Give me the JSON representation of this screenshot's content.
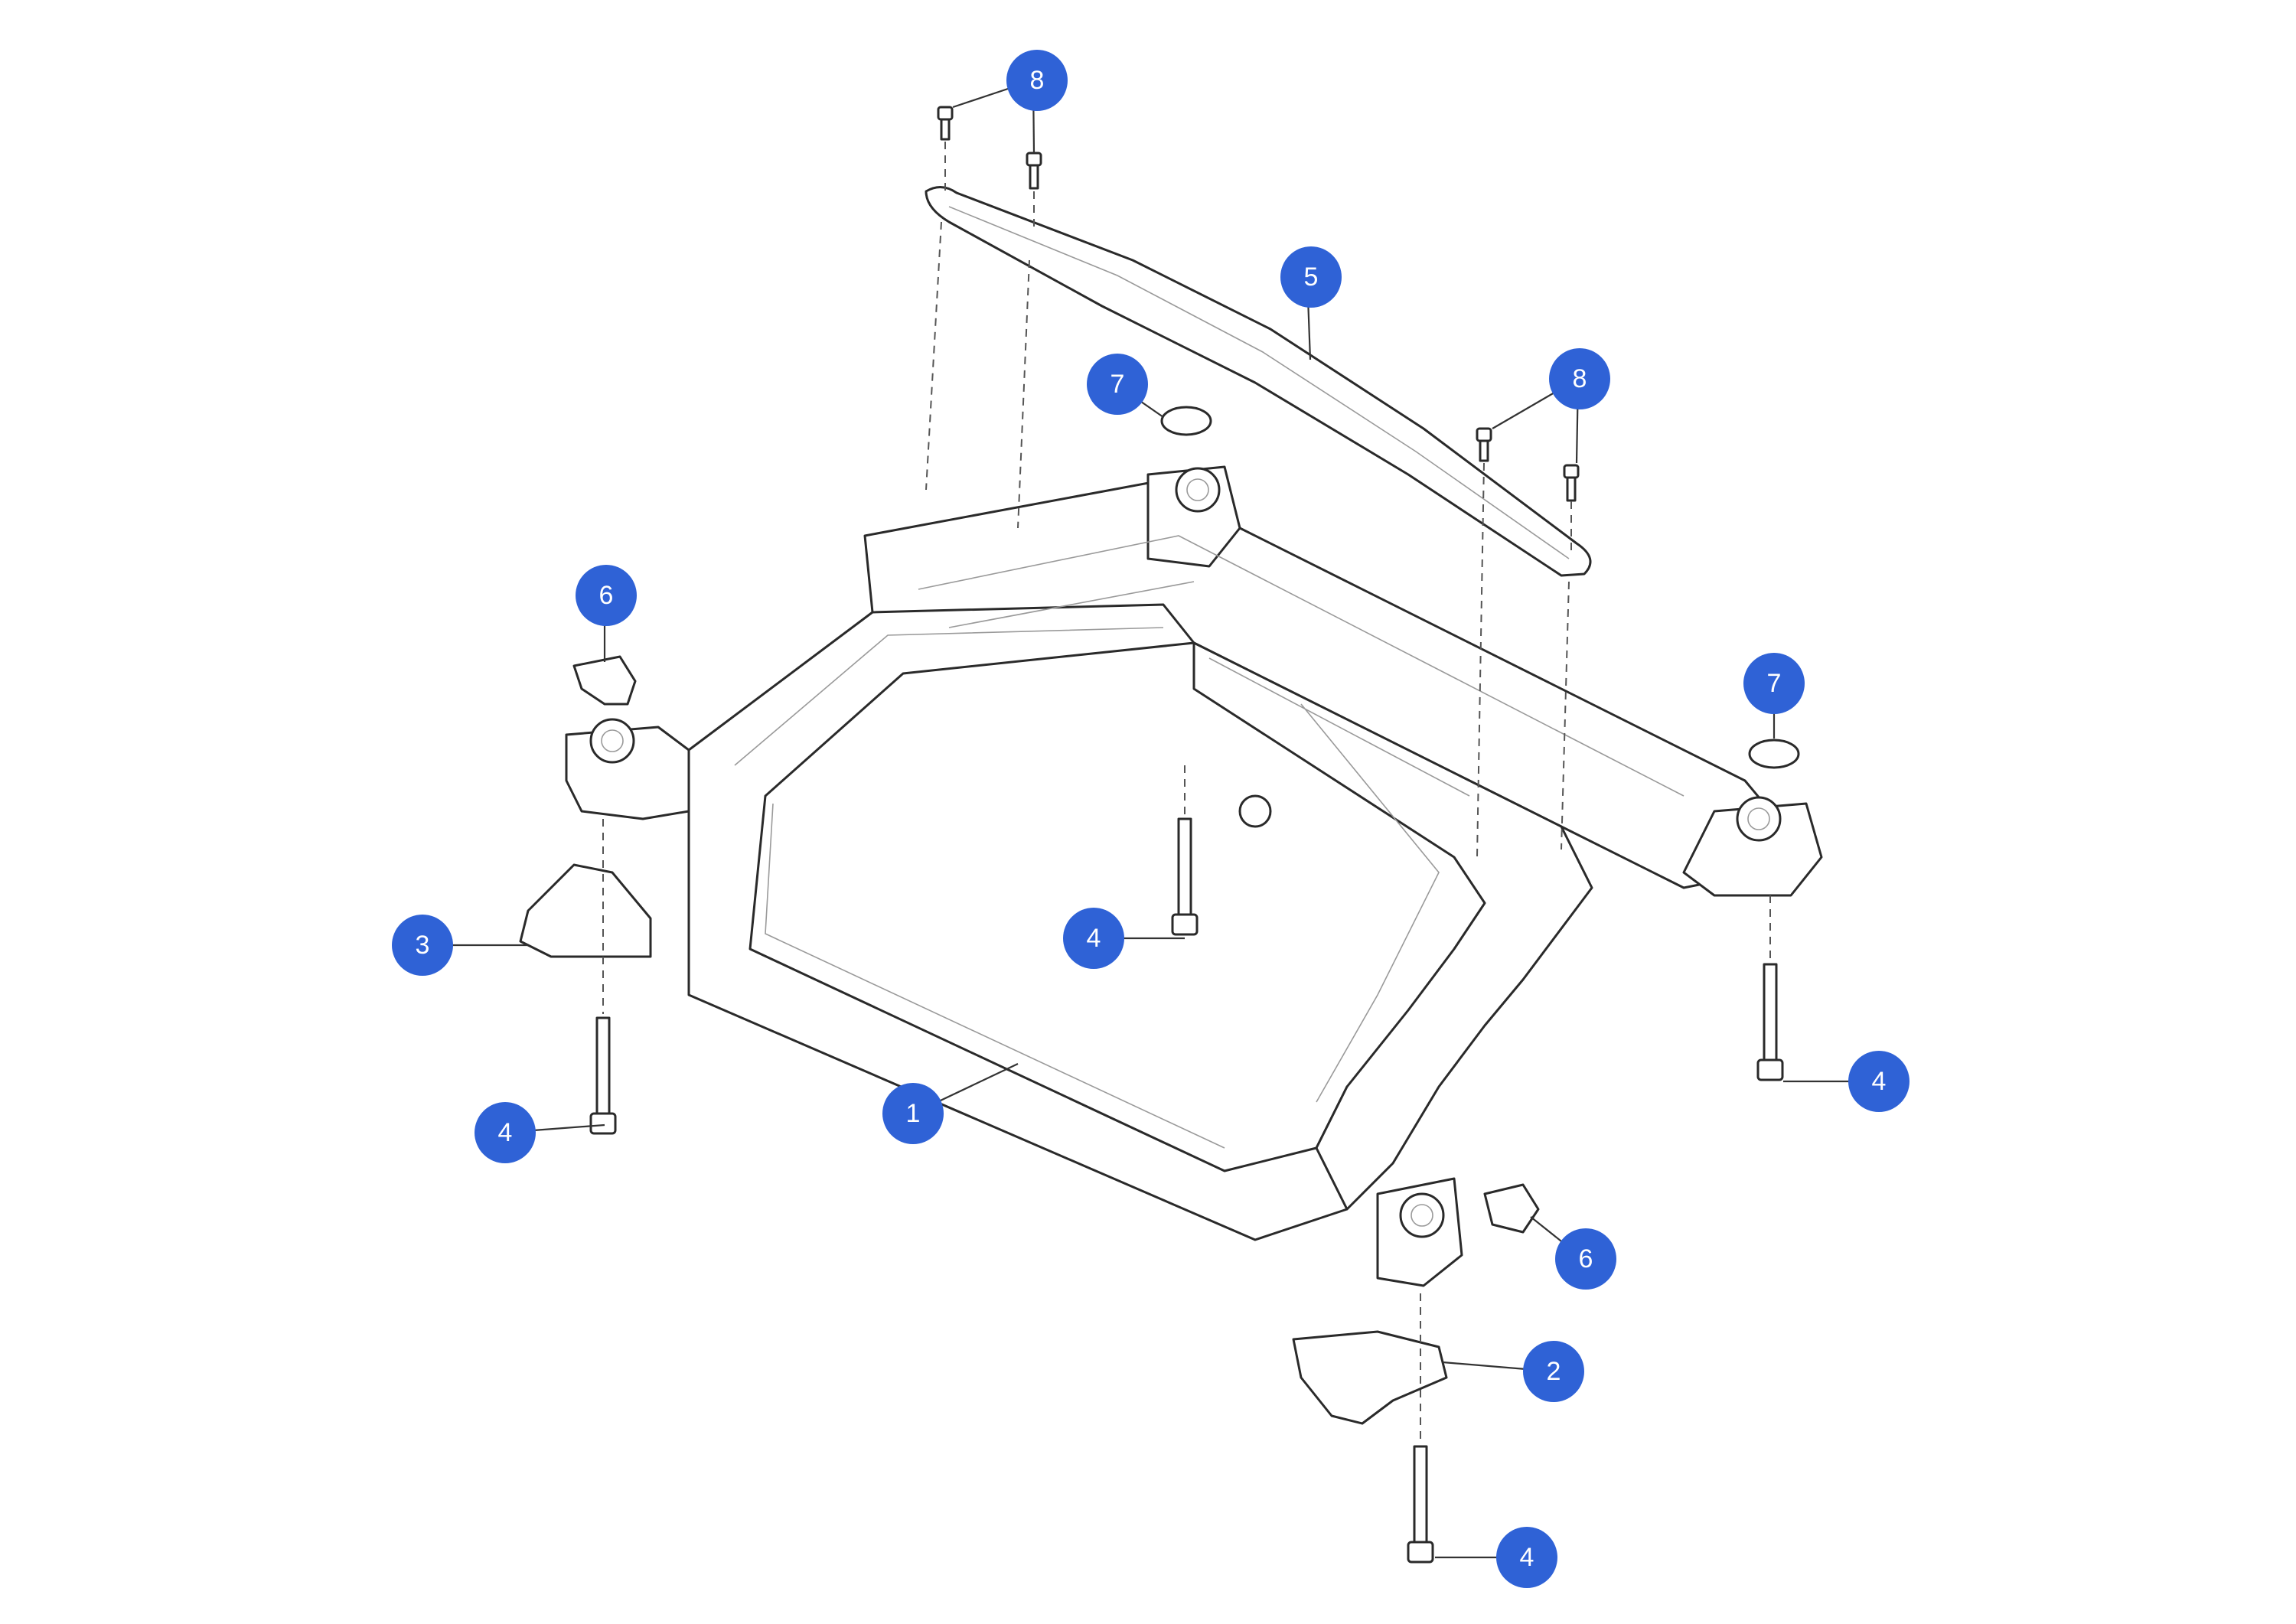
{
  "colors": {
    "callout_fill": "#2f62d6",
    "callout_text": "#ffffff",
    "line": "#2a2a2a",
    "background": "#ffffff"
  },
  "callouts": [
    {
      "id": "c1",
      "label": "1"
    },
    {
      "id": "c2",
      "label": "2"
    },
    {
      "id": "c3",
      "label": "3"
    },
    {
      "id": "c4a",
      "label": "4"
    },
    {
      "id": "c4b",
      "label": "4"
    },
    {
      "id": "c4c",
      "label": "4"
    },
    {
      "id": "c4d",
      "label": "4"
    },
    {
      "id": "c5",
      "label": "5"
    },
    {
      "id": "c6a",
      "label": "6"
    },
    {
      "id": "c6b",
      "label": "6"
    },
    {
      "id": "c7a",
      "label": "7"
    },
    {
      "id": "c7b",
      "label": "7"
    },
    {
      "id": "c8a",
      "label": "8"
    },
    {
      "id": "c8b",
      "label": "8"
    }
  ]
}
